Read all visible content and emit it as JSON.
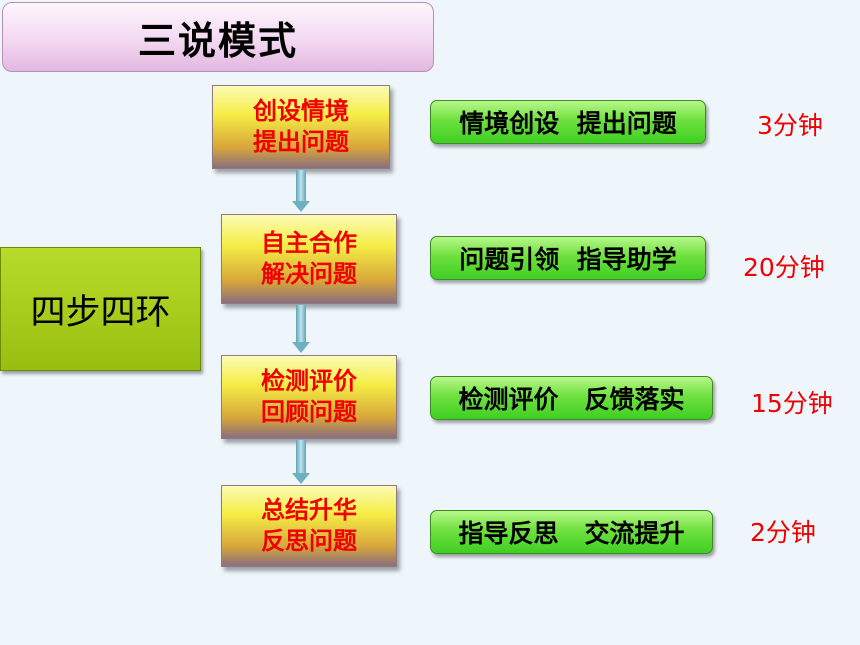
{
  "title": "三说模式",
  "main_label": "四步四环",
  "steps": [
    {
      "line1": "创设情境",
      "line2": "提出问题",
      "activity": "情境创设  提出问题",
      "time": "3分钟"
    },
    {
      "line1": "自主合作",
      "line2": "解决问题",
      "activity": "问题引领  指导助学",
      "time": "20分钟"
    },
    {
      "line1": "检测评价",
      "line2": "回顾问题",
      "activity": "检测评价   反馈落实",
      "time": "15分钟"
    },
    {
      "line1": "总结升华",
      "line2": "反思问题",
      "activity": "指导反思   交流提升",
      "time": "2分钟"
    }
  ],
  "colors": {
    "step_text": "#f00000",
    "time_text": "#f00000",
    "pill_green": "#4fd62a",
    "main_green": "#a6cc17",
    "title_pink": "#f3d8f1"
  }
}
